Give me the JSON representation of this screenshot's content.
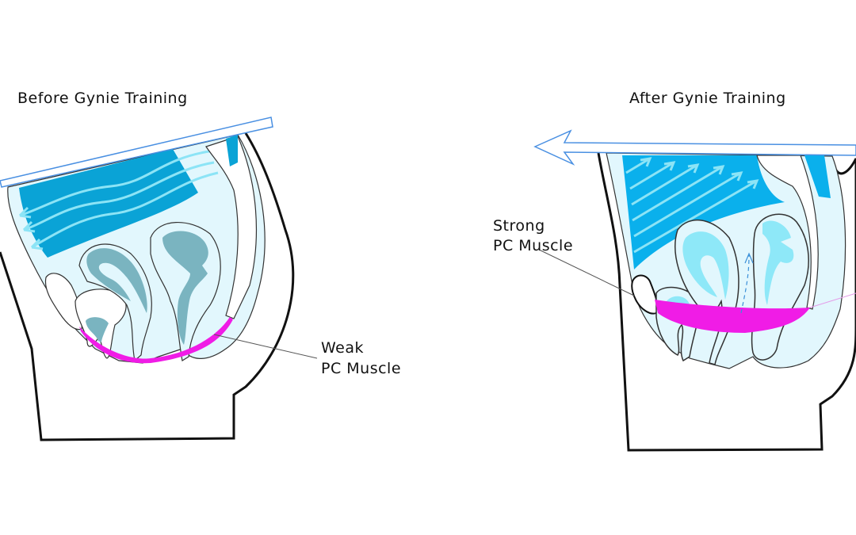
{
  "before": {
    "title": "Before Gynie Training",
    "label_line1": "Weak",
    "label_line2": "PC Muscle"
  },
  "after": {
    "title": "After Gynie Training",
    "label_line1": "Strong",
    "label_line2": "PC Muscle"
  },
  "colors": {
    "muscle": "#f01ce6",
    "cavity": "#e2f7fd",
    "pressure": "#0aa3d6",
    "pressure_after": "#0ab0ec",
    "organ_before": "#7ab4c0",
    "organ_after": "#8ee8f8",
    "bar": "#4a90e2"
  }
}
